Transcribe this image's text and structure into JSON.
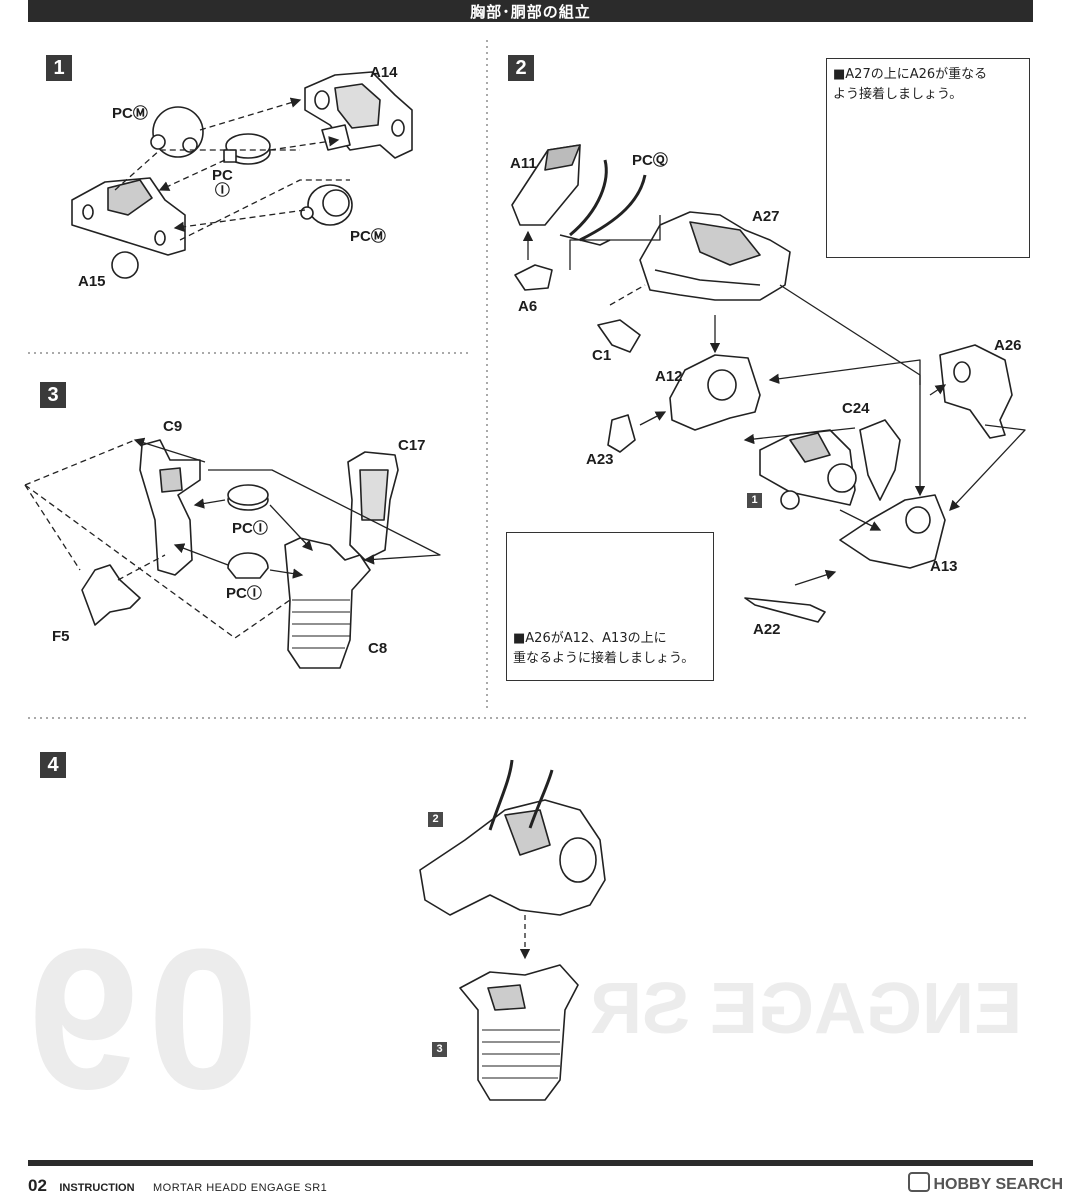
{
  "header": {
    "title": "胸部･胴部の組立"
  },
  "steps": [
    {
      "number": "1"
    },
    {
      "number": "2"
    },
    {
      "number": "3"
    },
    {
      "number": "4"
    }
  ],
  "step1": {
    "parts": {
      "a14": "A14",
      "pc_m_top": "PCⓂ",
      "pc_i": "PC\nⒾ",
      "pc_m_bottom": "PCⓂ",
      "a15": "A15"
    }
  },
  "step2": {
    "parts": {
      "a11": "A11",
      "pc_q": "PCⓆ",
      "a27": "A27",
      "a6": "A6",
      "c1": "C1",
      "a12": "A12",
      "a26": "A26",
      "c24": "C24",
      "a23": "A23",
      "ref1": "1",
      "a13": "A13",
      "a22": "A22"
    },
    "note_top": "■A27の上にA26が重なる\nよう接着しましょう。",
    "note_bottom": "■A26がA12、A13の上に\n重なるように接着しましょう。"
  },
  "step3": {
    "parts": {
      "c9": "C9",
      "c17": "C17",
      "pc_i_top": "PCⒾ",
      "pc_i_bottom": "PCⒾ",
      "f5": "F5",
      "c8": "C8"
    }
  },
  "step4": {
    "ref_top": "2",
    "ref_bottom": "3"
  },
  "footer": {
    "page": "02",
    "instruction": "INSTRUCTION",
    "product": "MORTAR HEADD   ENGAGE SR1"
  },
  "watermark": {
    "text": "HOBBY SEARCH"
  },
  "background": {
    "big_number": "09",
    "model_name": "ENGAGE SR"
  }
}
